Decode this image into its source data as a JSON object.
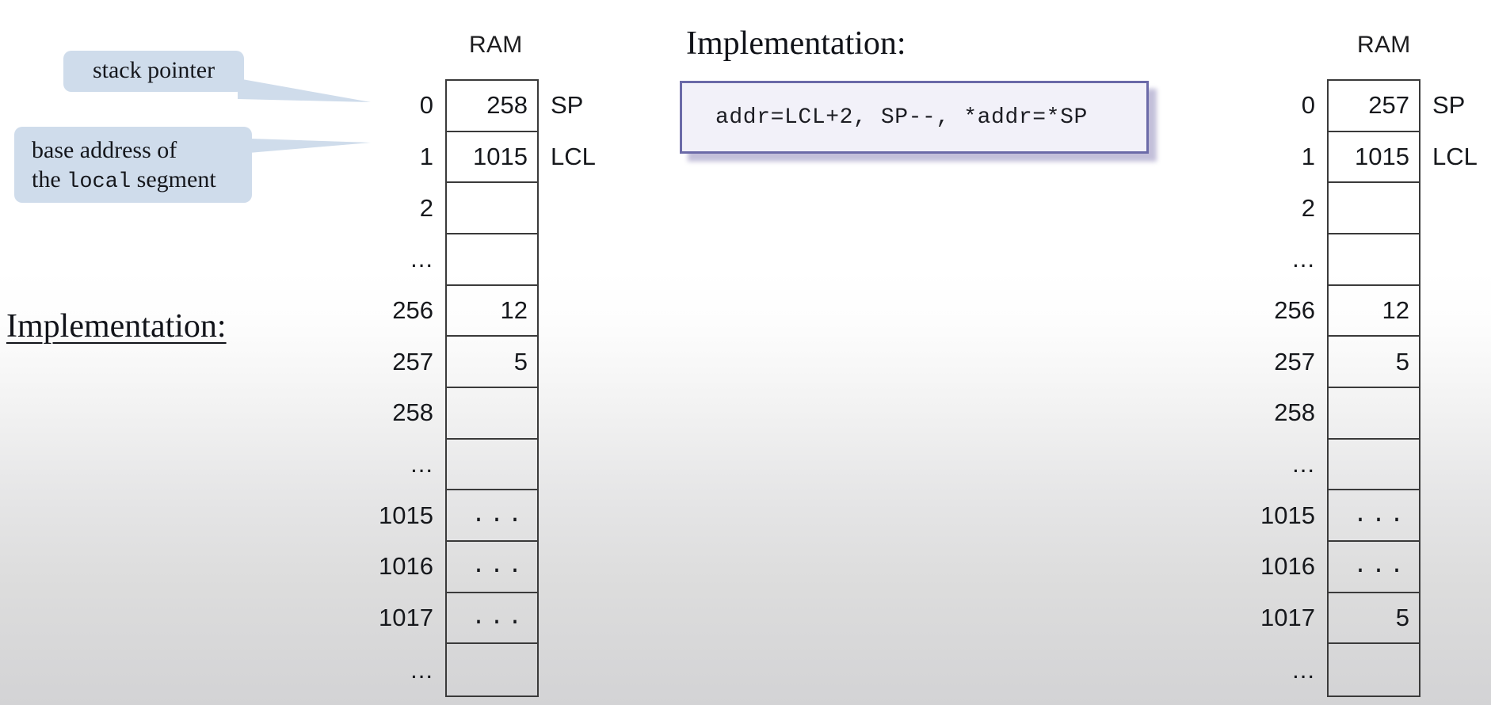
{
  "callouts": [
    {
      "id": "stack-pointer",
      "text": "stack pointer"
    },
    {
      "id": "base-address",
      "line1": "base address of",
      "line2_prefix": "the ",
      "line2_mono": "local",
      "line2_suffix": " segment"
    }
  ],
  "headings": {
    "left_implementation": "Implementation:",
    "center_implementation": "Implementation:"
  },
  "code_box": {
    "code": "addr=LCL+2, SP--, *addr=*SP",
    "border_color": "#6b6aa8",
    "fill_color": "#f2f1f9"
  },
  "ram_left": {
    "title": "RAM",
    "rows": [
      {
        "addr": "0",
        "value": "258",
        "side": "SP",
        "dots": false
      },
      {
        "addr": "1",
        "value": "1015",
        "side": "LCL",
        "dots": false
      },
      {
        "addr": "2",
        "value": "",
        "side": "",
        "dots": false
      },
      {
        "addr": "...",
        "value": "",
        "side": "",
        "dots": false
      },
      {
        "addr": "256",
        "value": "12",
        "side": "",
        "dots": false
      },
      {
        "addr": "257",
        "value": "5",
        "side": "",
        "dots": false
      },
      {
        "addr": "258",
        "value": "",
        "side": "",
        "dots": false
      },
      {
        "addr": "...",
        "value": "",
        "side": "",
        "dots": false
      },
      {
        "addr": "1015",
        "value": "...",
        "side": "",
        "dots": true
      },
      {
        "addr": "1016",
        "value": "...",
        "side": "",
        "dots": true
      },
      {
        "addr": "1017",
        "value": "...",
        "side": "",
        "dots": true
      },
      {
        "addr": "...",
        "value": "",
        "side": "",
        "dots": false
      }
    ]
  },
  "ram_right": {
    "title": "RAM",
    "rows": [
      {
        "addr": "0",
        "value": "257",
        "side": "SP",
        "dots": false
      },
      {
        "addr": "1",
        "value": "1015",
        "side": "LCL",
        "dots": false
      },
      {
        "addr": "2",
        "value": "",
        "side": "",
        "dots": false
      },
      {
        "addr": "...",
        "value": "",
        "side": "",
        "dots": false
      },
      {
        "addr": "256",
        "value": "12",
        "side": "",
        "dots": false
      },
      {
        "addr": "257",
        "value": "5",
        "side": "",
        "dots": false
      },
      {
        "addr": "258",
        "value": "",
        "side": "",
        "dots": false
      },
      {
        "addr": "...",
        "value": "",
        "side": "",
        "dots": false
      },
      {
        "addr": "1015",
        "value": "...",
        "side": "",
        "dots": true
      },
      {
        "addr": "1016",
        "value": "...",
        "side": "",
        "dots": true
      },
      {
        "addr": "1017",
        "value": "5",
        "side": "",
        "dots": false
      },
      {
        "addr": "...",
        "value": "",
        "side": "",
        "dots": false
      }
    ]
  },
  "colors": {
    "callout_fill": "#cfdceb",
    "table_border": "#3a3a3a",
    "code_border": "#6b6aa8"
  }
}
